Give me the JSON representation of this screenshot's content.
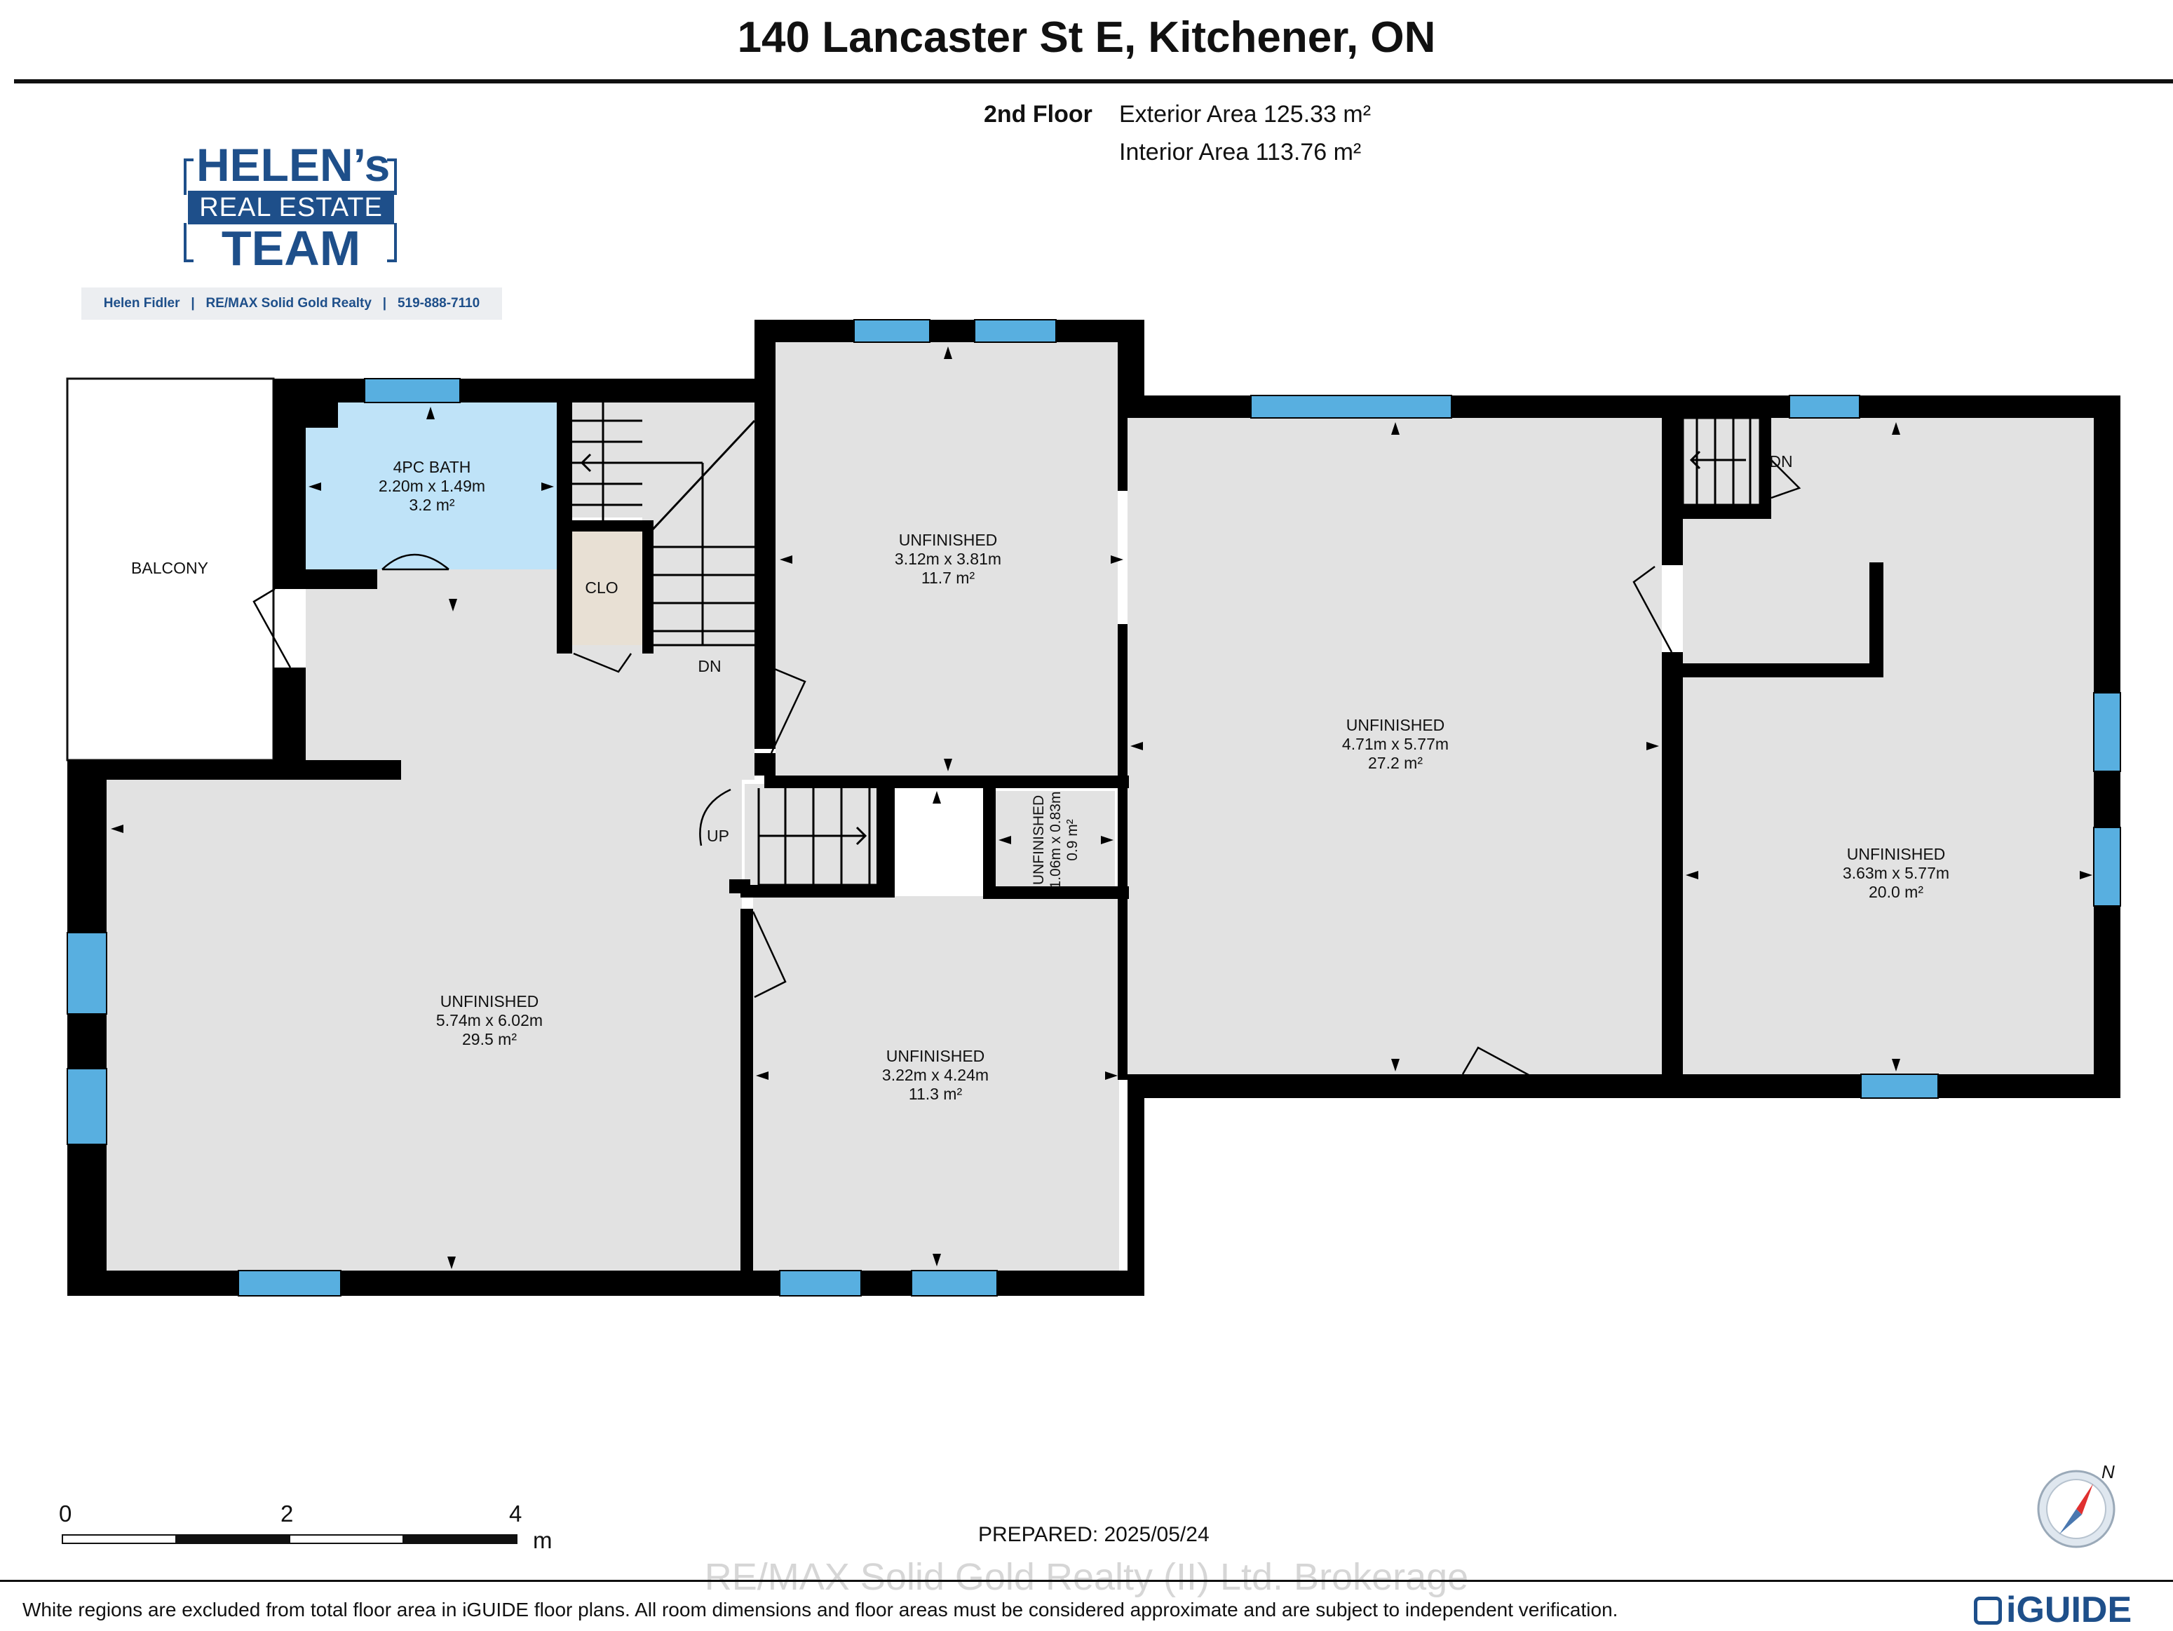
{
  "header": {
    "title": "140 Lancaster St E, Kitchener, ON",
    "floor_label": "2nd Floor",
    "exterior_area": "Exterior Area 125.33 m²",
    "interior_area": "Interior Area 113.76 m²"
  },
  "brand": {
    "logo_line1": "HELEN’s",
    "logo_line2": "REAL ESTATE",
    "logo_line3": "TEAM",
    "agent": "Helen Fidler",
    "brokerage": "RE/MAX Solid Gold Realty",
    "phone": "519-888-7110",
    "color": "#1e4f8a"
  },
  "rooms": {
    "balcony": {
      "name": "BALCONY"
    },
    "bath": {
      "name": "4PC BATH",
      "dims": "2.20m x 1.49m",
      "area": "3.2 m²"
    },
    "closet": {
      "name": "CLO"
    },
    "room_top_center": {
      "name": "UNFINISHED",
      "dims": "3.12m x 3.81m",
      "area": "11.7 m²"
    },
    "room_big_center": {
      "name": "UNFINISHED",
      "dims": "4.71m x 5.77m",
      "area": "27.2 m²"
    },
    "room_right": {
      "name": "UNFINISHED",
      "dims": "3.63m x 5.77m",
      "area": "20.0 m²"
    },
    "room_left": {
      "name": "UNFINISHED",
      "dims": "5.74m x 6.02m",
      "area": "29.5 m²"
    },
    "room_lower_center": {
      "name": "UNFINISHED",
      "dims": "3.22m x 4.24m",
      "area": "11.3 m²"
    },
    "room_small": {
      "name": "UNFINISHED",
      "dims": "1.06m x 0.83m",
      "area": "0.9 m²"
    }
  },
  "stairs": {
    "dn_main": "DN",
    "up_main": "UP",
    "dn_right": "DN"
  },
  "scale": {
    "ticks": [
      "0",
      "2",
      "4"
    ],
    "unit": "m"
  },
  "prepared": "PREPARED: 2025/05/24",
  "watermark": "RE/MAX Solid Gold Realty (II) Ltd. Brokerage",
  "disclaimer": "White regions are excluded from total floor area in iGUIDE floor plans. All room dimensions and floor areas must be considered approximate and are subject to independent verification.",
  "footer_brand": "iGUIDE",
  "compass_label": "N",
  "colors": {
    "wall": "#000000",
    "floor": "#e2e2e2",
    "bath": "#bfe3f8",
    "closet": "#e8e0d4",
    "window": "#58afe0"
  }
}
